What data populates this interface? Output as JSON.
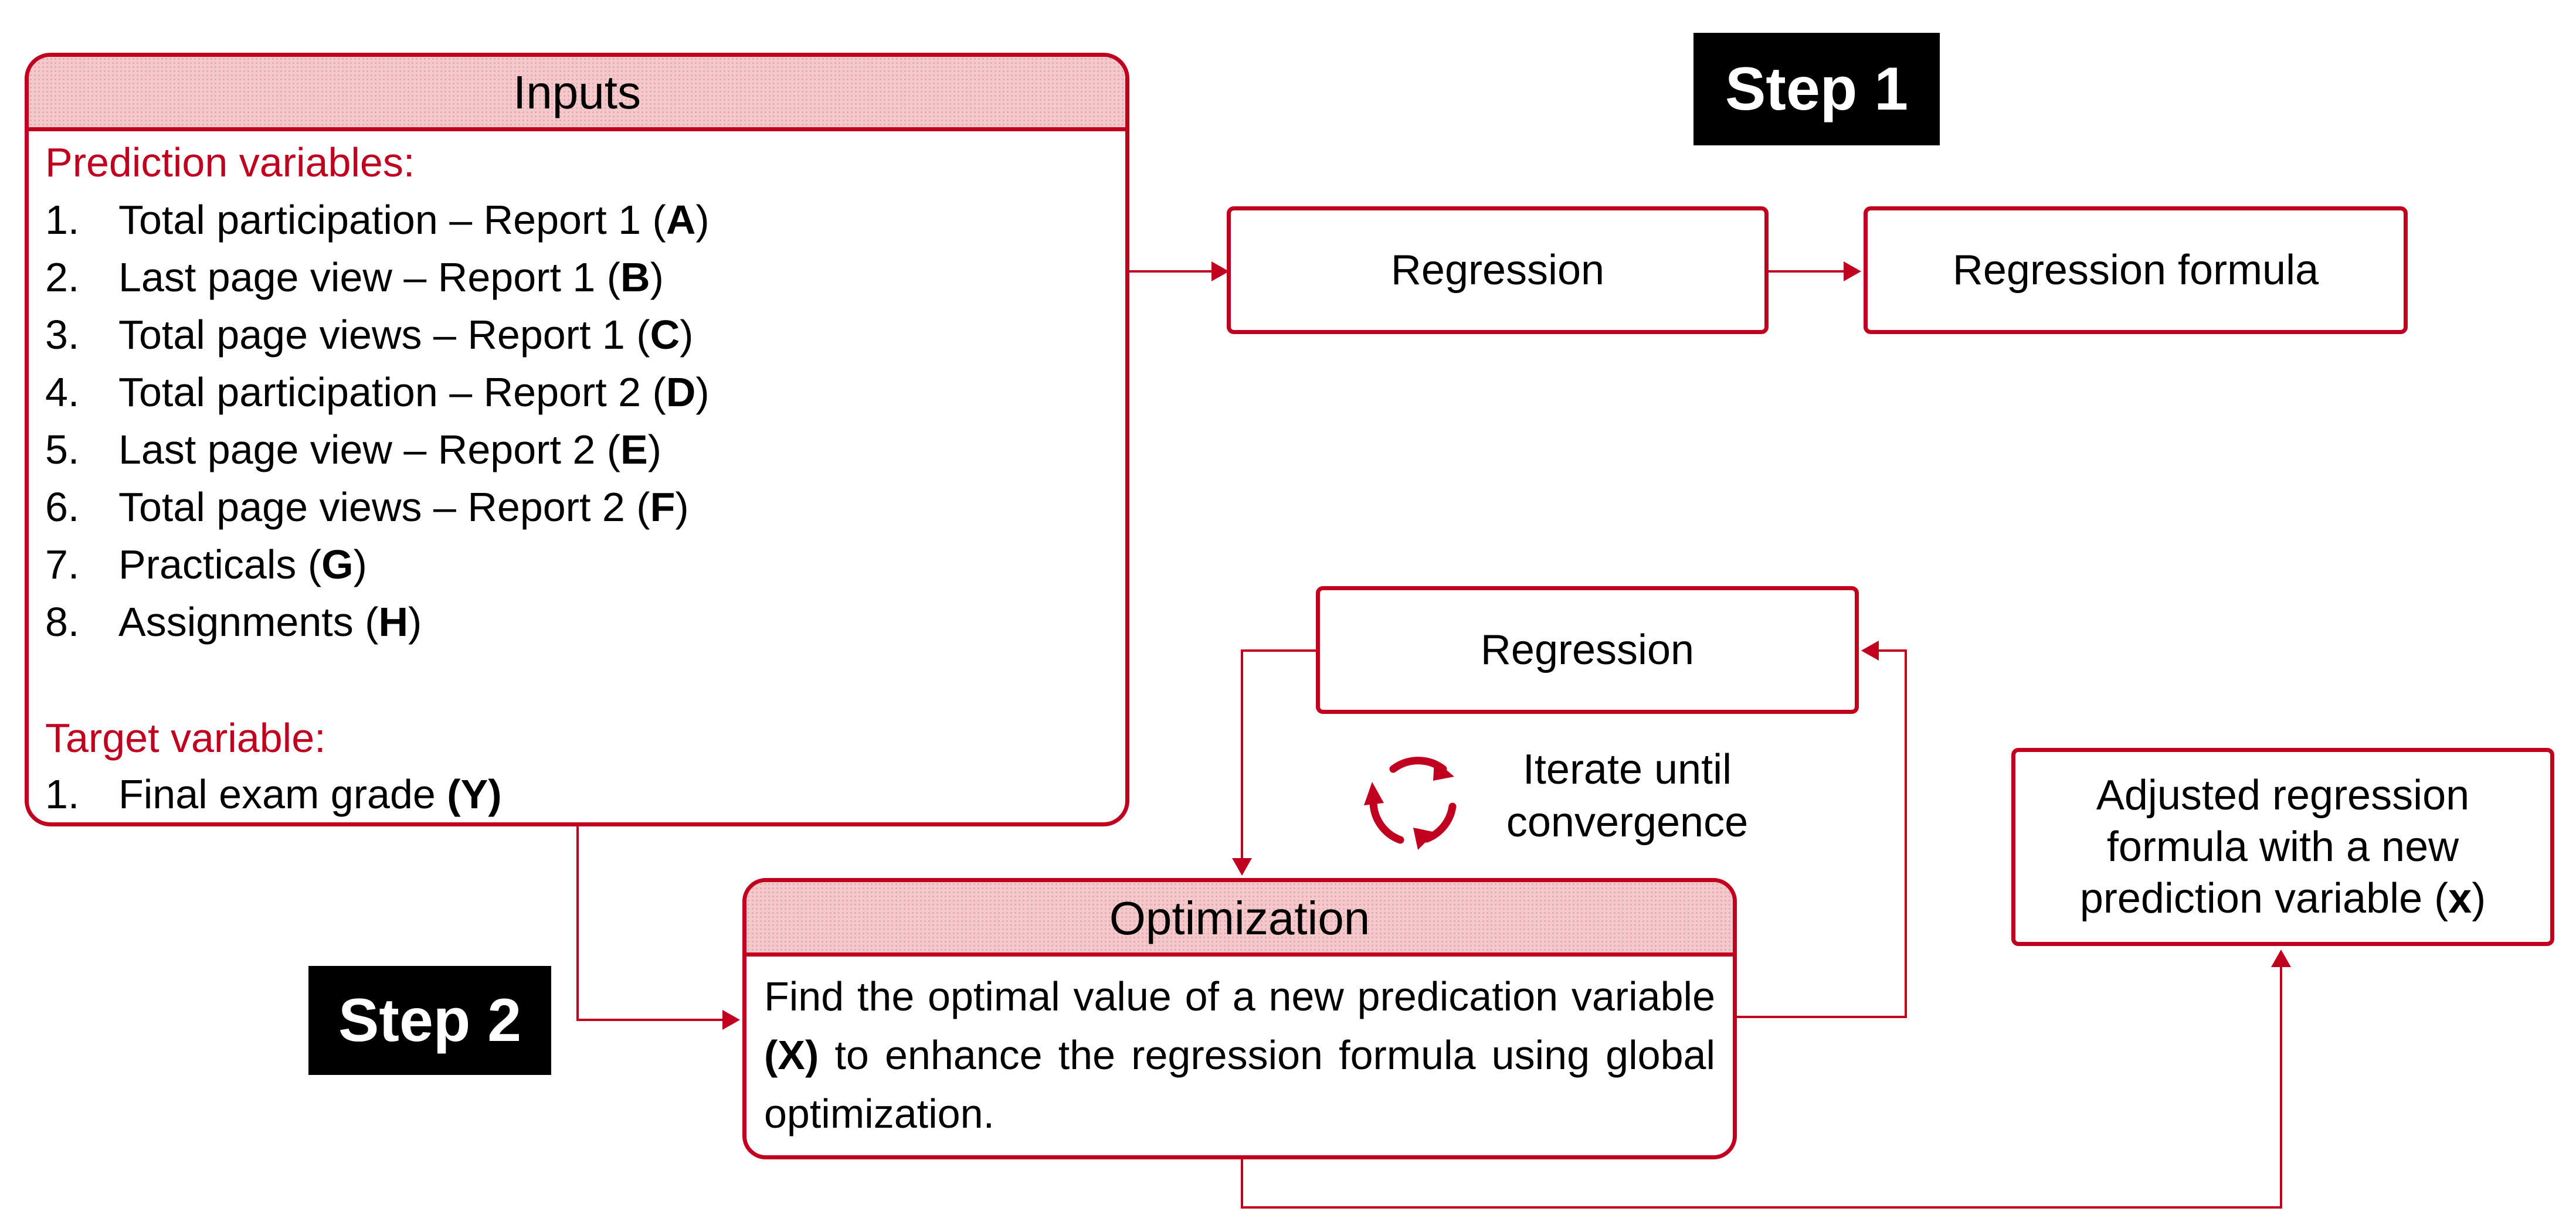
{
  "inputs": {
    "title": "Inputs",
    "prediction_label": "Prediction variables:",
    "prediction_items": [
      {
        "num": "1.",
        "text": "Total participation – Report 1 (",
        "code": "A",
        "end": ")"
      },
      {
        "num": "2.",
        "text": "Last page view – Report 1 (",
        "code": "B",
        "end": ")"
      },
      {
        "num": "3.",
        "text": "Total page views – Report 1 (",
        "code": "C",
        "end": ")"
      },
      {
        "num": "4.",
        "text": "Total participation – Report 2 (",
        "code": "D",
        "end": ")"
      },
      {
        "num": "5.",
        "text": "Last page view – Report 2 (",
        "code": "E",
        "end": ")"
      },
      {
        "num": "6.",
        "text": "Total page views – Report 2 (",
        "code": "F",
        "end": ")"
      },
      {
        "num": "7.",
        "text": "Practicals  (",
        "code": "G",
        "end": ")"
      },
      {
        "num": "8.",
        "text": "Assignments (",
        "code": "H",
        "end": ")"
      }
    ],
    "target_label": "Target variable:",
    "target_items": [
      {
        "num": "1.",
        "text": "Final exam grade ",
        "code": "(Y)",
        "end": ""
      }
    ]
  },
  "step1": "Step 1",
  "step2": "Step 2",
  "regression_top": "Regression",
  "regression_formula": "Regression formula",
  "regression_loop": "Regression",
  "iterate": "Iterate until convergence",
  "adjusted": {
    "pre": "Adjusted regression formula with a new prediction variable (",
    "code": "x",
    "post": ")"
  },
  "optimization": {
    "title": "Optimization",
    "pre": "Find the optimal value of a new predication variable ",
    "code": "(X)",
    "post": " to enhance the regression formula using global optimization."
  },
  "colors": {
    "accent": "#c0001e",
    "header_fill": "#f4c9cc",
    "step_bg": "#000000"
  },
  "icons": [
    "cycle-arrows-icon"
  ]
}
